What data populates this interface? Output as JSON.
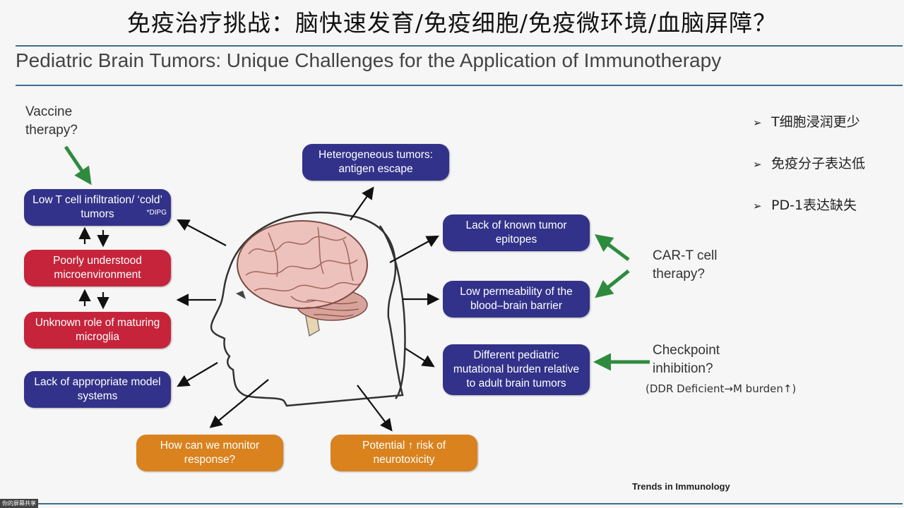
{
  "slide": {
    "cn_title": "免疫治疗挑战：脑快速发育/免疫细胞/免疫微环境/血脑屏障？",
    "en_title": "Pediatric Brain Tumors: Unique Challenges for the Application of Immunotherapy",
    "credit": "Trends in Immunology",
    "corner_tag": "你的屏幕共享"
  },
  "diagram": {
    "vaccine_label": "Vaccine therapy?",
    "cart_label": "CAR-T cell therapy?",
    "checkpoint_label": "Checkpoint inhibition?",
    "checkpoint_note": "(DDR Deficient→M burden↑)",
    "boxes": {
      "low_t_cell": "Low T cell infiltration/ ‘cold’ tumors",
      "dipg": "*DIPG",
      "microenvironment": "Poorly understood microenvironment",
      "microglia": "Unknown role of maturing microglia",
      "model_systems": "Lack of appropriate model systems",
      "heterogeneous": "Heterogeneous tumors: antigen escape",
      "epitopes": "Lack of known tumor epitopes",
      "bbb": "Low permeability of the blood–brain barrier",
      "mutational": "Different pediatric mutational burden relative to adult brain tumors",
      "monitor": "How can we monitor response?",
      "neurotox": "Potential ↑ risk of neurotoxicity"
    }
  },
  "bullets": [
    "T细胞浸润更少",
    "免疫分子表达低",
    "PD-1表达缺失"
  ],
  "colors": {
    "navy_box": "#32328a",
    "red_box": "#c5243a",
    "orange_box": "#d9821e",
    "green_arrow": "#2e8b3e",
    "rule": "#3c6f8f"
  },
  "icons": {
    "bullet_marker": "➢"
  }
}
